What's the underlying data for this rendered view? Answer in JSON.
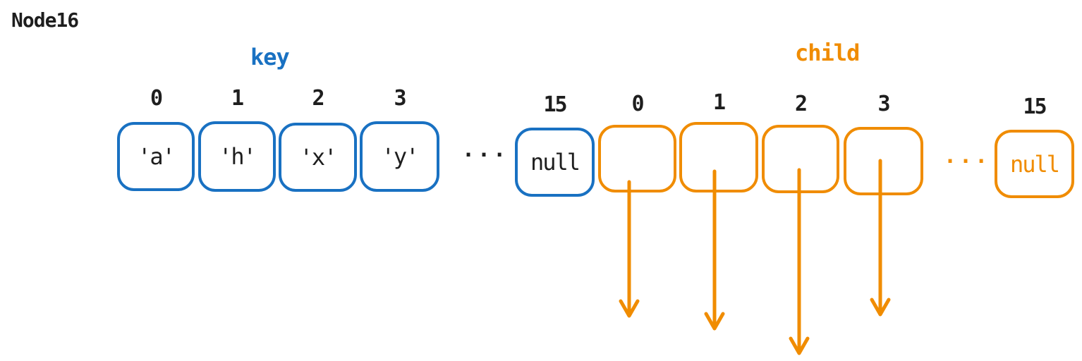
{
  "title": "Node16",
  "colors": {
    "key_accent": "#1971c2",
    "child_accent": "#f08c00",
    "text": "#1e1e1e"
  },
  "key_array": {
    "label": "key",
    "indices": [
      "0",
      "1",
      "2",
      "3"
    ],
    "values": [
      "'a'",
      "'h'",
      "'x'",
      "'y'"
    ],
    "ellipsis": "···",
    "last_index": "15",
    "last_value": "null"
  },
  "child_array": {
    "label": "child",
    "indices": [
      "0",
      "1",
      "2",
      "3"
    ],
    "values": [
      "",
      "",
      "",
      ""
    ],
    "ellipsis": "···",
    "last_index": "15",
    "last_value": "null",
    "pointer_count": 4
  }
}
